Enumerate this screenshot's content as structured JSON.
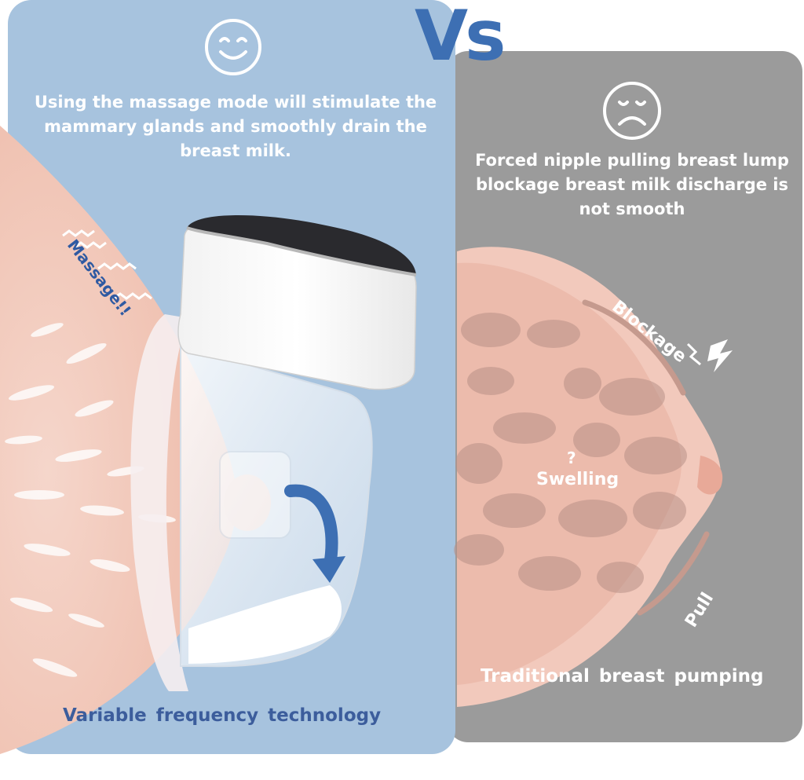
{
  "vs_label": "Vs",
  "left": {
    "icon": "smiley-face-icon",
    "description": "Using the massage mode will stimulate the mammary glands and smoothly drain the breast milk.",
    "massage_label": "Massage!!",
    "caption": "Variable frequency technology"
  },
  "right": {
    "icon": "sad-face-icon",
    "description": "Forced nipple pulling breast lump blockage breast milk discharge is not smooth",
    "blockage_label": "Blockage",
    "swelling_label": "Swelling",
    "pull_label": "Pull",
    "caption": "Traditional breast pumping"
  },
  "colors": {
    "blue_panel": "#a7c3de",
    "grey_panel": "#9b9b9b",
    "vs_blue": "#3d6fb3",
    "caption_blue": "#3c5d9c",
    "skin": "#f3cbbe"
  }
}
